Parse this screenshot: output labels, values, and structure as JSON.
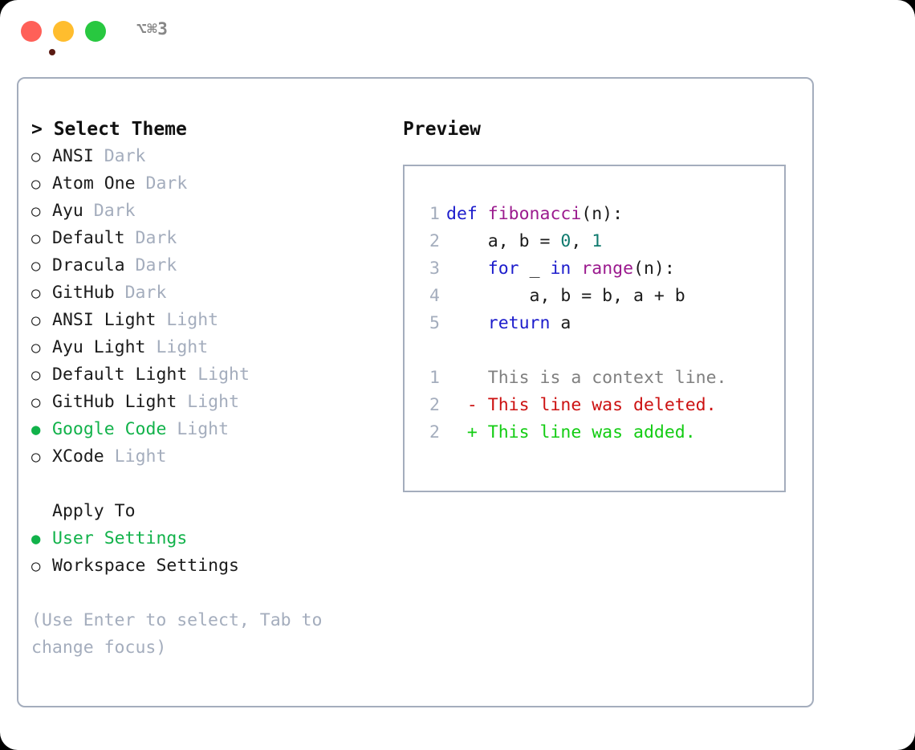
{
  "titlebar": {
    "close_label": "close",
    "minimize_label": "minimize",
    "maximize_label": "maximize",
    "shortcut": "⌥⌘3"
  },
  "theme_picker": {
    "heading": "> Select Theme",
    "bullet_selected": "●",
    "bullet_unselected": "○",
    "accent_color": "#11b24a",
    "muted_color": "#a4adbd",
    "options": [
      {
        "name": "ANSI",
        "kind": "Dark",
        "selected": false
      },
      {
        "name": "Atom One",
        "kind": "Dark",
        "selected": false
      },
      {
        "name": "Ayu",
        "kind": "Dark",
        "selected": false
      },
      {
        "name": "Default",
        "kind": "Dark",
        "selected": false
      },
      {
        "name": "Dracula",
        "kind": "Dark",
        "selected": false
      },
      {
        "name": "GitHub",
        "kind": "Dark",
        "selected": false
      },
      {
        "name": "ANSI Light",
        "kind": "Light",
        "selected": false
      },
      {
        "name": "Ayu Light",
        "kind": "Light",
        "selected": false
      },
      {
        "name": "Default Light",
        "kind": "Light",
        "selected": false
      },
      {
        "name": "GitHub Light",
        "kind": "Light",
        "selected": false
      },
      {
        "name": "Google Code",
        "kind": "Light",
        "selected": true
      },
      {
        "name": "XCode",
        "kind": "Light",
        "selected": false
      }
    ]
  },
  "apply_to": {
    "heading": "Apply To",
    "options": [
      {
        "name": "User Settings",
        "selected": true
      },
      {
        "name": "Workspace Settings",
        "selected": false
      }
    ]
  },
  "hint": "(Use Enter to select, Tab to change focus)",
  "preview": {
    "title": "Preview",
    "code_lines": [
      {
        "no": "1",
        "tokens": [
          {
            "t": "def ",
            "c": "kw"
          },
          {
            "t": "fibonacci",
            "c": "fn"
          },
          {
            "t": "(n):",
            "c": "pl"
          }
        ]
      },
      {
        "no": "2",
        "tokens": [
          {
            "t": "    a, b = ",
            "c": "pl"
          },
          {
            "t": "0",
            "c": "num"
          },
          {
            "t": ", ",
            "c": "pl"
          },
          {
            "t": "1",
            "c": "num"
          }
        ]
      },
      {
        "no": "3",
        "tokens": [
          {
            "t": "    ",
            "c": "pl"
          },
          {
            "t": "for",
            "c": "kw"
          },
          {
            "t": " _ ",
            "c": "pl"
          },
          {
            "t": "in",
            "c": "kw"
          },
          {
            "t": " ",
            "c": "pl"
          },
          {
            "t": "range",
            "c": "fn"
          },
          {
            "t": "(n):",
            "c": "pl"
          }
        ]
      },
      {
        "no": "4",
        "tokens": [
          {
            "t": "        a, b = b, a + b",
            "c": "pl"
          }
        ]
      },
      {
        "no": "5",
        "tokens": [
          {
            "t": "    ",
            "c": "pl"
          },
          {
            "t": "return",
            "c": "kw"
          },
          {
            "t": " a",
            "c": "pl"
          }
        ]
      }
    ],
    "diff_lines": [
      {
        "no": "1",
        "marker": " ",
        "text": " This is a context line.",
        "kind": "ctx"
      },
      {
        "no": "2",
        "marker": "-",
        "text": " This line was deleted.",
        "kind": "del"
      },
      {
        "no": "2",
        "marker": "+",
        "text": " This line was added.",
        "kind": "add"
      }
    ]
  }
}
